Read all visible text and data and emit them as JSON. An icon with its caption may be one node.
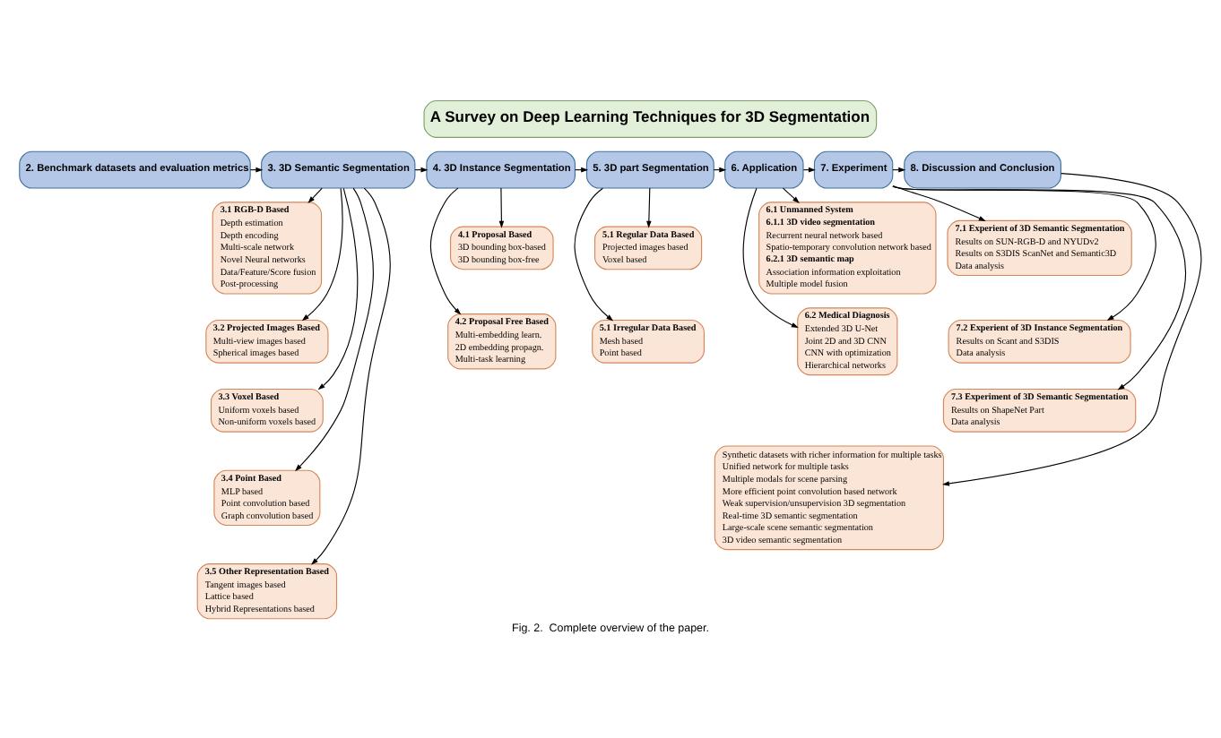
{
  "diagram": {
    "caption": "Fig. 2.  Complete overview of the paper.",
    "nodes": [
      {
        "text": [
          "A Survey on Deep Learning Techniques for 3D Segmentation"
        ]
      },
      {
        "text": [
          "2. Benchmark datasets and evaluation metrics"
        ]
      },
      {
        "text": [
          "3. 3D Semantic Segmentation"
        ]
      },
      {
        "text": [
          "4. 3D Instance Segmentation"
        ]
      },
      {
        "text": [
          "5. 3D part Segmentation"
        ]
      },
      {
        "text": [
          "6. Application"
        ]
      },
      {
        "text": [
          "7. Experiment"
        ]
      },
      {
        "text": [
          "8. Discussion and Conclusion"
        ]
      },
      {
        "text": [
          "3.1 RGB-D Based",
          "Depth estimation",
          "Depth encoding",
          "Multi-scale network",
          "Novel Neural networks",
          "Data/Feature/Score fusion",
          "Post-processing"
        ]
      },
      {
        "text": [
          "3.2 Projected Images Based",
          "Multi-view images based",
          "Spherical images based"
        ]
      },
      {
        "text": [
          "3.3 Voxel Based",
          "Uniform voxels based",
          "Non-uniform voxels based"
        ]
      },
      {
        "text": [
          "3.4 Point Based",
          "MLP based",
          "Point convolution based",
          "Graph convolution based"
        ]
      },
      {
        "text": [
          "3.5 Other Representation Based",
          "Tangent images based",
          "Lattice based",
          "Hybrid Representations based"
        ]
      },
      {
        "text": [
          "4.1 Proposal Based",
          "3D bounding box-based",
          "3D bounding box-free"
        ]
      },
      {
        "text": [
          "4.2 Proposal Free Based",
          "Multi-embedding learn.",
          "2D embedding propagn.",
          "Multi-task learning"
        ]
      },
      {
        "text": [
          "5.1 Regular Data Based",
          "Projected images based",
          "Voxel based"
        ]
      },
      {
        "text": [
          "5.1 Irregular Data Based",
          "Mesh based",
          "Point based"
        ]
      },
      {
        "text": [
          "6.1 Unmanned System",
          "6.1.1 3D video segmentation",
          "Recurrent neural network based",
          "Spatio-temporary convolution network based",
          "6.2.1 3D semantic map",
          "Association information exploitation",
          "Multiple model fusion"
        ]
      },
      {
        "text": [
          "6.2 Medical Diagnosis",
          "Extended 3D U-Net",
          "Joint 2D and 3D CNN",
          "CNN with optimization",
          "Hierarchical networks"
        ]
      },
      {
        "text": [
          "7.1 Experient of 3D Semantic Segmentation",
          "Results on SUN-RGB-D and NYUDv2",
          "Results on S3DIS ScanNet and Semantic3D",
          "Data analysis"
        ]
      },
      {
        "text": [
          "7.2 Experient of 3D Instance Segmentation",
          "Results on Scant and S3DIS",
          "Data analysis"
        ]
      },
      {
        "text": [
          "7.3 Experiment of 3D Semantic Segmentation",
          "Results on ShapeNet Part",
          "Data analysis"
        ]
      },
      {
        "text": [
          "Synthetic datasets with richer information for multiple tasks",
          "Unified network for multiple tasks",
          "Multiple modals for scene parsing",
          "More efficient point convolution based network",
          "Weak supervision/unsupervision 3D segmentation",
          "Real-time 3D semantic segmentation",
          "Large-scale scene semantic segmentation",
          "3D video semantic segmentation"
        ]
      }
    ],
    "edges": [
      {
        "from": 1,
        "to": 2,
        "arrow": "to"
      },
      {
        "from": 2,
        "to": 3,
        "arrow": "to"
      },
      {
        "from": 3,
        "to": 4,
        "arrow": "to"
      },
      {
        "from": 4,
        "to": 5,
        "arrow": "to"
      },
      {
        "from": 5,
        "to": 6,
        "arrow": "to"
      },
      {
        "from": 6,
        "to": 7,
        "arrow": "to"
      },
      {
        "from": 2,
        "to": 8,
        "arrow": "to"
      },
      {
        "from": 2,
        "to": 9,
        "arrow": "to"
      },
      {
        "from": 2,
        "to": 10,
        "arrow": "to"
      },
      {
        "from": 2,
        "to": 11,
        "arrow": "to"
      },
      {
        "from": 2,
        "to": 12,
        "arrow": "to"
      },
      {
        "from": 3,
        "to": 13,
        "arrow": "to"
      },
      {
        "from": 3,
        "to": 14,
        "arrow": "to"
      },
      {
        "from": 4,
        "to": 15,
        "arrow": "to"
      },
      {
        "from": 4,
        "to": 16,
        "arrow": "to"
      },
      {
        "from": 5,
        "to": 17,
        "arrow": "to"
      },
      {
        "from": 5,
        "to": 18,
        "arrow": "to"
      },
      {
        "from": 6,
        "to": 19,
        "arrow": "to"
      },
      {
        "from": 6,
        "to": 20,
        "arrow": "to"
      },
      {
        "from": 6,
        "to": 21,
        "arrow": "to"
      },
      {
        "from": 7,
        "to": 22,
        "arrow": "to"
      }
    ]
  }
}
